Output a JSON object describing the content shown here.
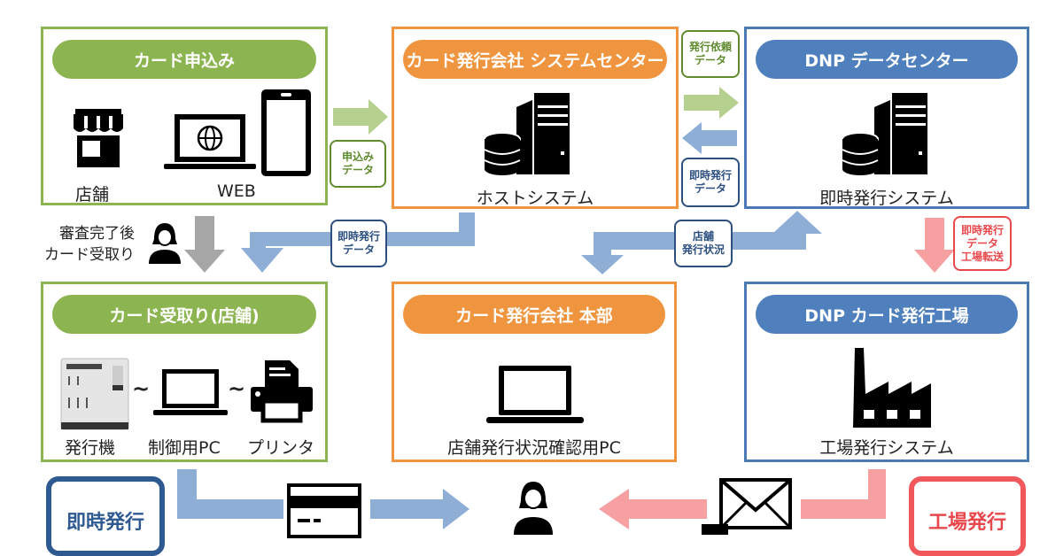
{
  "boxes": {
    "card_application": {
      "title": "カード申込み",
      "labels": {
        "store": "店舗",
        "web": "WEB"
      }
    },
    "system_center": {
      "title": "カード発行会社 システムセンター",
      "label": "ホストシステム"
    },
    "dnp_data_center": {
      "title": "DNP データセンター",
      "label": "即時発行システム"
    },
    "card_pickup_store": {
      "title": "カード受取り(店舗)",
      "labels": {
        "issuer": "発行機",
        "pc": "制御用PC",
        "printer": "プリンタ"
      }
    },
    "headquarters": {
      "title": "カード発行会社 本部",
      "label": "店舗発行状況確認用PC"
    },
    "dnp_factory": {
      "title": "DNP カード発行工場",
      "label": "工場発行システム"
    }
  },
  "tags": {
    "application_data": [
      "申込み",
      "データ"
    ],
    "issue_request_data": [
      "発行依頼",
      "データ"
    ],
    "instant_issue_data_right": [
      "即時発行",
      "データ"
    ],
    "instant_issue_data_left": [
      "即時発行",
      "データ"
    ],
    "store_issue_status": [
      "店舗",
      "発行状況"
    ],
    "factory_transfer": [
      "即時発行",
      "データ",
      "工場転送"
    ]
  },
  "notes": {
    "pickup_after_review": [
      "審査完了後",
      "カード受取り"
    ]
  },
  "bottom": {
    "instant_issue": "即時発行",
    "factory_issue": "工場発行"
  },
  "colors": {
    "green": "#8cb552",
    "orange": "#f0953f",
    "blue": "#4f80bd",
    "arrow_blue": "#8eaed6",
    "arrow_green": "#b5d08f",
    "arrow_red": "#f6a0a2",
    "arrow_gray": "#a6a6a6"
  }
}
